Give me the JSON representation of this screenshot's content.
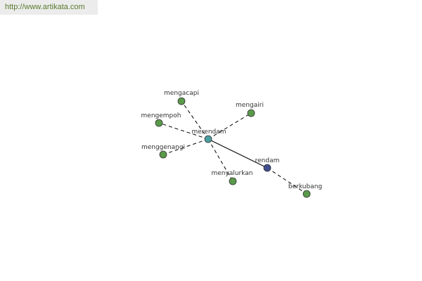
{
  "source_link": "http://www.artikata.com",
  "colors": {
    "center_node": "#4aa0a0",
    "hub_node": "#3f4f8f",
    "leaf_node": "#5a9a4a",
    "edge": "#000000",
    "link_text": "#5a7a2e"
  },
  "graph": {
    "nodes": [
      {
        "id": "merendam",
        "label": "merendam",
        "kind": "center"
      },
      {
        "id": "rendam",
        "label": "rendam",
        "kind": "hub"
      },
      {
        "id": "mengacapi",
        "label": "mengacapi",
        "kind": "leaf"
      },
      {
        "id": "mengairi",
        "label": "mengairi",
        "kind": "leaf"
      },
      {
        "id": "mengempoh",
        "label": "mengempoh",
        "kind": "leaf"
      },
      {
        "id": "menggenangi",
        "label": "menggenangi",
        "kind": "leaf"
      },
      {
        "id": "menyalurkan",
        "label": "menyalurkan",
        "kind": "leaf"
      },
      {
        "id": "berkubang",
        "label": "berkubang",
        "kind": "leaf"
      }
    ],
    "edges": [
      {
        "from": "merendam",
        "to": "rendam",
        "style": "solid"
      },
      {
        "from": "merendam",
        "to": "mengacapi",
        "style": "dashed"
      },
      {
        "from": "merendam",
        "to": "mengairi",
        "style": "dashed"
      },
      {
        "from": "merendam",
        "to": "mengempoh",
        "style": "dashed"
      },
      {
        "from": "merendam",
        "to": "menggenangi",
        "style": "dashed"
      },
      {
        "from": "merendam",
        "to": "menyalurkan",
        "style": "dashed"
      },
      {
        "from": "rendam",
        "to": "berkubang",
        "style": "dashed"
      }
    ]
  }
}
